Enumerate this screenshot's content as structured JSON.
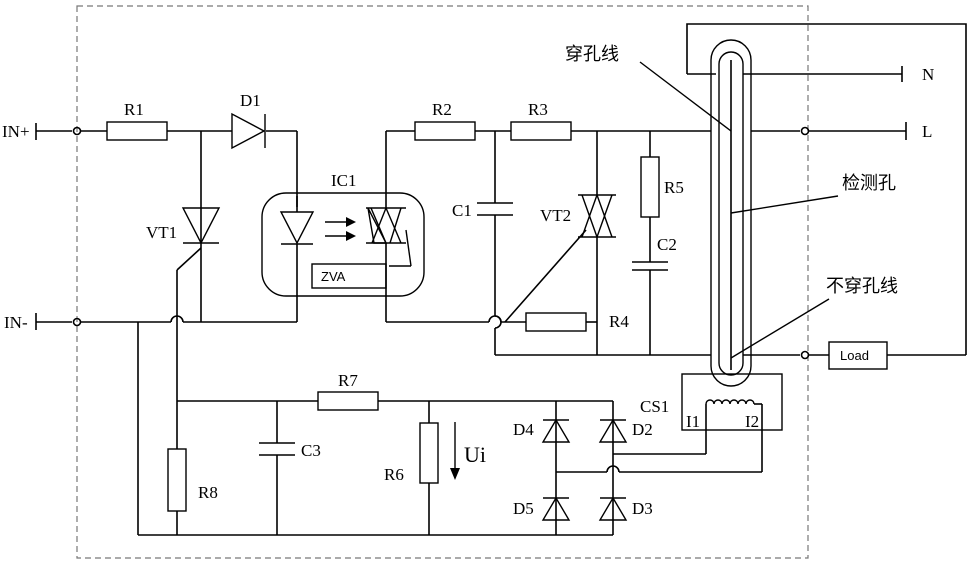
{
  "labels": {
    "in_plus": "IN+",
    "in_minus": "IN-",
    "r1": "R1",
    "d1": "D1",
    "vt1": "VT1",
    "ic1": "IC1",
    "zva": "ZVA",
    "r2": "R2",
    "r3": "R3",
    "c1": "C1",
    "vt2": "VT2",
    "r5": "R5",
    "c2": "C2",
    "r4": "R4",
    "n": "N",
    "l": "L",
    "load": "Load",
    "cs1": "CS1",
    "i1": "I1",
    "i2": "I2",
    "r7": "R7",
    "r8": "R8",
    "c3": "C3",
    "r6": "R6",
    "ui": "Ui",
    "d2": "D2",
    "d3": "D3",
    "d4": "D4",
    "d5": "D5"
  },
  "annotations": {
    "through_wire": "穿孔线",
    "detection_hole": "检测孔",
    "non_through_wire": "不穿孔线"
  }
}
